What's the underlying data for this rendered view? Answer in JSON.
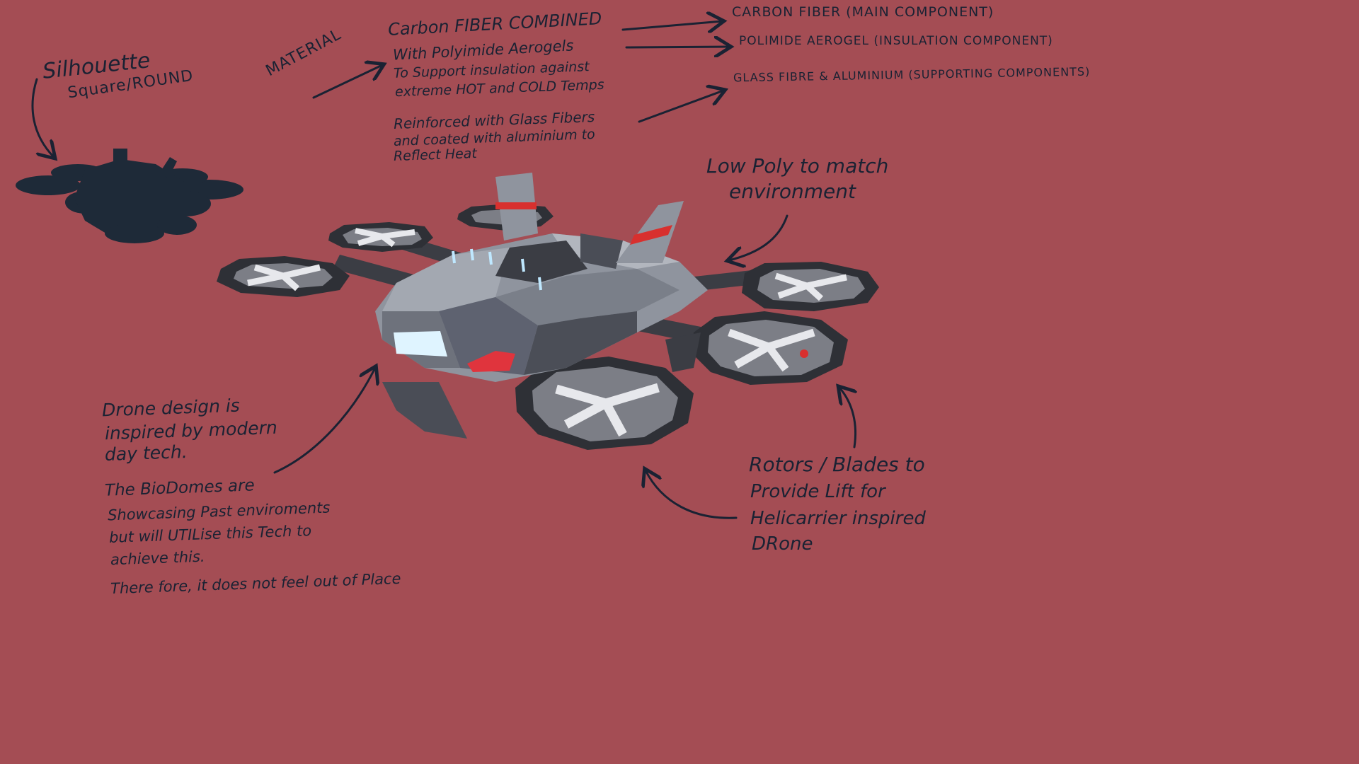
{
  "annotations": {
    "silhouette": {
      "line1": "Silhouette",
      "line2": "Square/ROUND"
    },
    "material_label": "MATERIAL",
    "material_desc": {
      "line1": "Carbon FIBER COMBINED",
      "line2": "With Polyimide Aerogels",
      "line3": "To Support insulation against",
      "line4": "extreme HOT and COLD Temps"
    },
    "reinforced": {
      "line1": "Reinforced with Glass Fibers",
      "line2": "and coated with aluminium to",
      "line3": "Reflect Heat"
    },
    "components": {
      "main": "CARBON FIBER (MAIN COMPONENT)",
      "insulation": "POLIMIDE AEROGEL (INSULATION COMPONENT)",
      "supporting": "GLASS FIBRE & ALUMINIUM (SUPPORTING COMPONENTS)"
    },
    "low_poly": {
      "line1": "Low Poly to match",
      "line2": "environment"
    },
    "drone_design": {
      "line1": "Drone design is",
      "line2": "inspired by modern",
      "line3": "day tech."
    },
    "biodomes": {
      "line1": "The BioDomes are",
      "line2": "Showcasing Past enviroments",
      "line3": "but will UTILise this Tech to",
      "line4": "achieve this.",
      "line5": "There fore, it does not feel out of Place"
    },
    "rotors": {
      "line1": "Rotors / Blades to",
      "line2": "Provide Lift for",
      "line3": "Helicarrier inspired",
      "line4": "DRone"
    }
  },
  "colors": {
    "background": "#a44d54",
    "ink": "#1a2233",
    "drone_body": "#8f949e",
    "drone_dark": "#3b3d44",
    "accent_red": "#d8302e",
    "light_cyan": "#bfe8ff"
  }
}
